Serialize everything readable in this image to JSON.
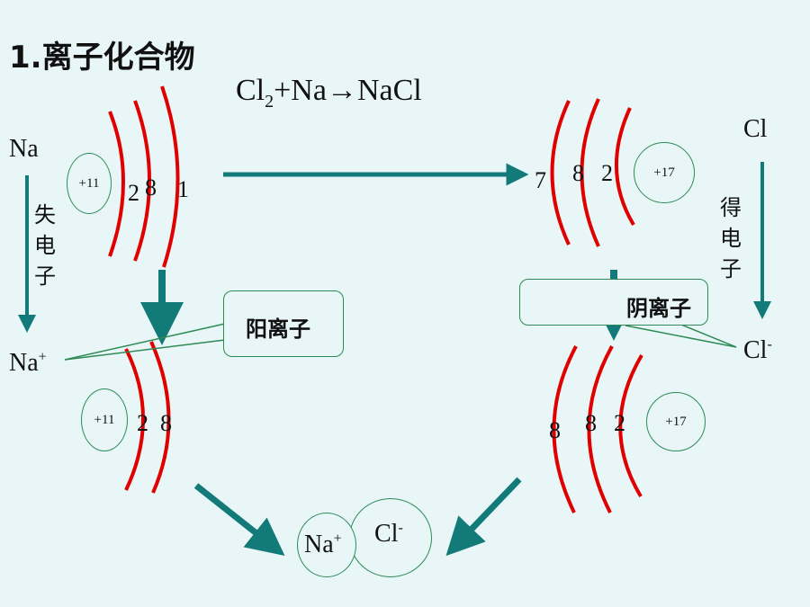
{
  "title": "1.离子化合物",
  "equation": {
    "lhs": "Cl",
    "sub": "2",
    "rest": "+Na→NaCl"
  },
  "na": {
    "symbol": "Na",
    "nucleus": "+11",
    "shells": [
      "2",
      "8",
      "1"
    ],
    "process": "失电子",
    "ion_symbol": "Na",
    "ion_charge": "+",
    "ion_nucleus": "+11",
    "ion_shells": [
      "2",
      "8"
    ],
    "callout": "阳离子"
  },
  "cl": {
    "symbol": "Cl",
    "nucleus": "+17",
    "shells": [
      "7",
      "8",
      "2"
    ],
    "process": "得电子",
    "ion_symbol": "Cl",
    "ion_charge": "-",
    "ion_nucleus": "+17",
    "ion_shells": [
      "8",
      "8",
      "2"
    ],
    "callout": "阴离子"
  },
  "product": {
    "cation": "Na",
    "cation_charge": "+",
    "anion": "Cl",
    "anion_charge": "-"
  },
  "colors": {
    "background": "#e8f6f7",
    "shell": "#e00000",
    "arrow": "#127a78",
    "outline": "#2e8b57"
  }
}
